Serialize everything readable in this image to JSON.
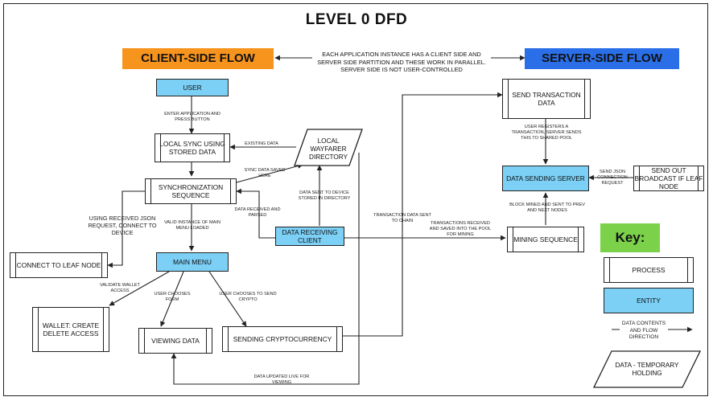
{
  "title": "LEVEL 0 DFD",
  "banners": {
    "client": "CLIENT-SIDE FLOW",
    "server": "SERVER-SIDE FLOW",
    "client_color": "#f7941d",
    "server_color": "#2a6fe8"
  },
  "partition_note": "EACH APPLICATION INSTANCE HAS A CLIENT SIDE AND SERVER SIDE PARTITION AND THESE WORK IN PARALLEL. SERVER SIDE IS NOT USER-CONTROLLED",
  "nodes": {
    "user": "USER",
    "local_sync": "LOCAL SYNC USING STORED DATA",
    "local_dir": "LOCAL WAYFARER DIRECTORY",
    "sync_seq": "SYNCHRONIZATION SEQUENCE",
    "connect_leaf": "CONNECT TO LEAF NODE",
    "main_menu": "MAIN MENU",
    "wallet": "WALLET: CREATE DELETE ACCESS",
    "viewing": "VIEWING DATA",
    "sending": "SENDING CRYPTOCURRENCY",
    "data_recv": "DATA RECEIVING CLIENT",
    "send_tx": "SEND TRANSACTION DATA",
    "data_send": "DATA SENDING SERVER",
    "broadcast": "SEND OUT BROADCAST IF LEAF NODE",
    "mining": "MINING SEQUENCE"
  },
  "flows": {
    "enter_app": "ENTER APPLICATION AND PRESS BUTTON",
    "existing": "EXISTING DATA",
    "sync_saved": "SYNC DATA SAVED HERE",
    "json_req": "USING RECEIVED JSON REQUEST, CONNECT TO DEVICE",
    "valid_instance": "VALID INSTANCE OF MAIN MENU LOADED",
    "received_parsed": "DATA RECEIVED AND PARSED",
    "sent_device": "DATA SENT TO DEVICE STORED IN DIRECTORY",
    "tx_chain": "TRANSACTION DATA SENT TO CHAIN",
    "tx_received": "TRANSACTIONS RECEIVED AND SAVED INTO THE POOL FOR MINING",
    "user_registers": "USER REGISTERS A TRANSACTION, SERVER SENDS THIS TO SHARED POOL",
    "send_json": "SEND JSON CONNECTION REQUEST",
    "block_mined": "BLOCK MINED AND SENT TO PREV AND NEXT NODES",
    "validate_wallet": "VALIDATE WALLET ACCESS",
    "chooses_form": "USER CHOOSES FORM",
    "chooses_send": "USER CHOOSES TO SEND CRYPTO",
    "data_updated": "DATA UPDATED LIVE FOR VIEWING"
  },
  "key": {
    "title": "Key:",
    "process": "PROCESS",
    "entity": "ENTITY",
    "flow": "DATA CONTENTS AND FLOW DIRECTION",
    "temp": "DATA - TEMPORARY HOLDING",
    "color": "#7bd24a"
  },
  "entity_color": "#7ccff5"
}
